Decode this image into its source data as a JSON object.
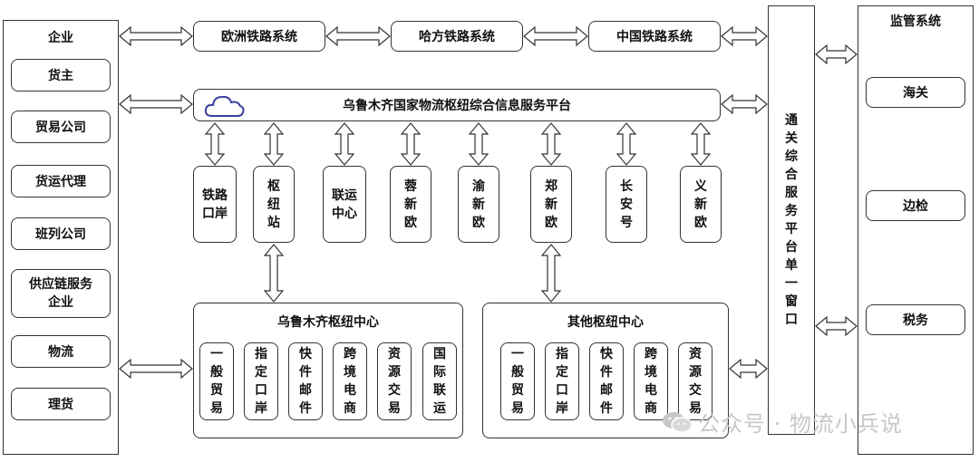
{
  "enterprise": {
    "title": "企业",
    "items": [
      "货主",
      "贸易公司",
      "货运代理",
      "班列公司",
      "供应链服务企业",
      "物流",
      "理货"
    ]
  },
  "rail_systems": [
    "欧洲铁路系统",
    "哈方铁路系统",
    "中国铁路系统"
  ],
  "platform": {
    "title": "乌鲁木齐国家物流枢纽综合信息服务平台",
    "icon": "cloud-icon"
  },
  "nodes": [
    "铁路口岸",
    "枢纽站",
    "联运中心",
    "蓉新欧",
    "渝新欧",
    "郑新欧",
    "长安号",
    "义新欧"
  ],
  "urumqi_hub": {
    "title": "乌鲁木齐枢纽中心",
    "items": [
      "一般贸易",
      "指定口岸",
      "快件邮件",
      "跨境电商",
      "资源交易",
      "国际联运"
    ]
  },
  "other_hub": {
    "title": "其他枢纽中心",
    "items": [
      "一般贸易",
      "指定口岸",
      "快件邮件",
      "跨境电商",
      "资源交易"
    ]
  },
  "single_window": {
    "title": "通关综合服务平台单一窗口"
  },
  "supervision": {
    "title": "监管系统",
    "items": [
      "海关",
      "边检",
      "税务"
    ]
  },
  "watermark": {
    "text": "公众号 · 物流小兵说",
    "icon": "wechat-icon"
  },
  "colors": {
    "border": "#333333",
    "arrow": "#333333",
    "cloud": "#3b3f9e",
    "watermark": "#c8c8c8"
  }
}
